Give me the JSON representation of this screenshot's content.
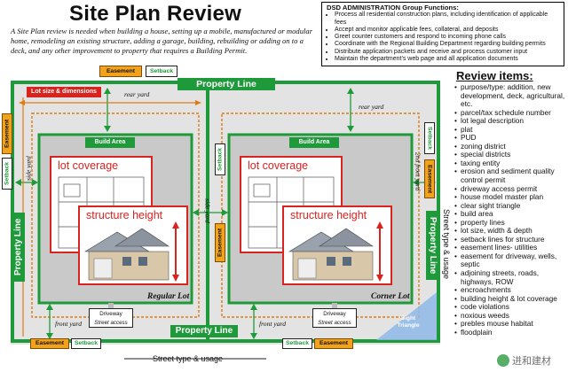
{
  "title": "Site Plan Review",
  "intro": "A Site Plan review is needed when building a house, setting up a mobile, manufactured or modular home, remodeling an existing structure, adding a garage, building, rebuilding or adding on to a deck, and any other improvement to property that requires a Building Permit.",
  "dsd": {
    "heading": "DSD ADMINISTRATION Group Functions:",
    "items": [
      "Process all residential construction plans, including identification of applicable fees",
      "Accept and monitor applicable fees, collateral, and deposits",
      "Greet counter customers and respond to incoming phone calls",
      "Coordinate with the Regional Building Department regarding building permits",
      "Distribute application packets and receive and process customer input",
      "Maintain the department's web page and all application documents"
    ]
  },
  "diagram": {
    "easement": "Easement",
    "setback": "Setback",
    "property_line": "Property Line",
    "lot_size": "Lot size & dimensions",
    "rear_yard": "rear yard",
    "side_yard": "side yard",
    "front_yard": "front yard",
    "second_front_yard": "2nd front yard",
    "build_area": "Build Area",
    "lot_coverage": "lot coverage",
    "structure_height": "structure height",
    "regular_lot": "Regular Lot",
    "corner_lot": "Corner Lot",
    "driveway": "Driveway",
    "street_access": "Street access",
    "sight_triangle": "Sight Triangle",
    "street_type": "Street type & usage"
  },
  "review": {
    "heading": "Review items:",
    "items": [
      "purpose/type: addition, new development, deck, agricultural, etc.",
      "parcel/tax schedule number",
      "lot legal description",
      "plat",
      "PUD",
      "zoning district",
      "special districts",
      "taxing entity",
      "erosion and sediment quality control permit",
      "driveway access permit",
      "house model master plan",
      "clear sight triangle",
      "build area",
      "property lines",
      "lot size, width & depth",
      "setback lines for structure",
      "easement lines- utilities",
      "easement for driveway, wells, septic",
      "adjoining streets, roads, highways, ROW",
      "encroachments",
      "building height & lot coverage",
      "code violations",
      "noxious weeds",
      "prebles mouse habitat",
      "floodplain"
    ]
  },
  "watermark": "进和建材",
  "colors": {
    "green": "#1f9a3a",
    "orange": "#f3a319",
    "red": "#d9231f",
    "gray": "#d9d9d9"
  }
}
